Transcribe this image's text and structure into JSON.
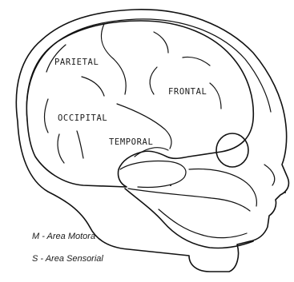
{
  "labels": {
    "parietal": "PARIETAL",
    "frontal": "FRONTAL",
    "occipital": "OCCIPITAL",
    "temporal": "TEMPORAL"
  },
  "legend": {
    "motor": "M - Area Motora",
    "sensory": "S - Area Sensorial"
  },
  "colors": {
    "ink": "#111111",
    "background": "#ffffff"
  }
}
